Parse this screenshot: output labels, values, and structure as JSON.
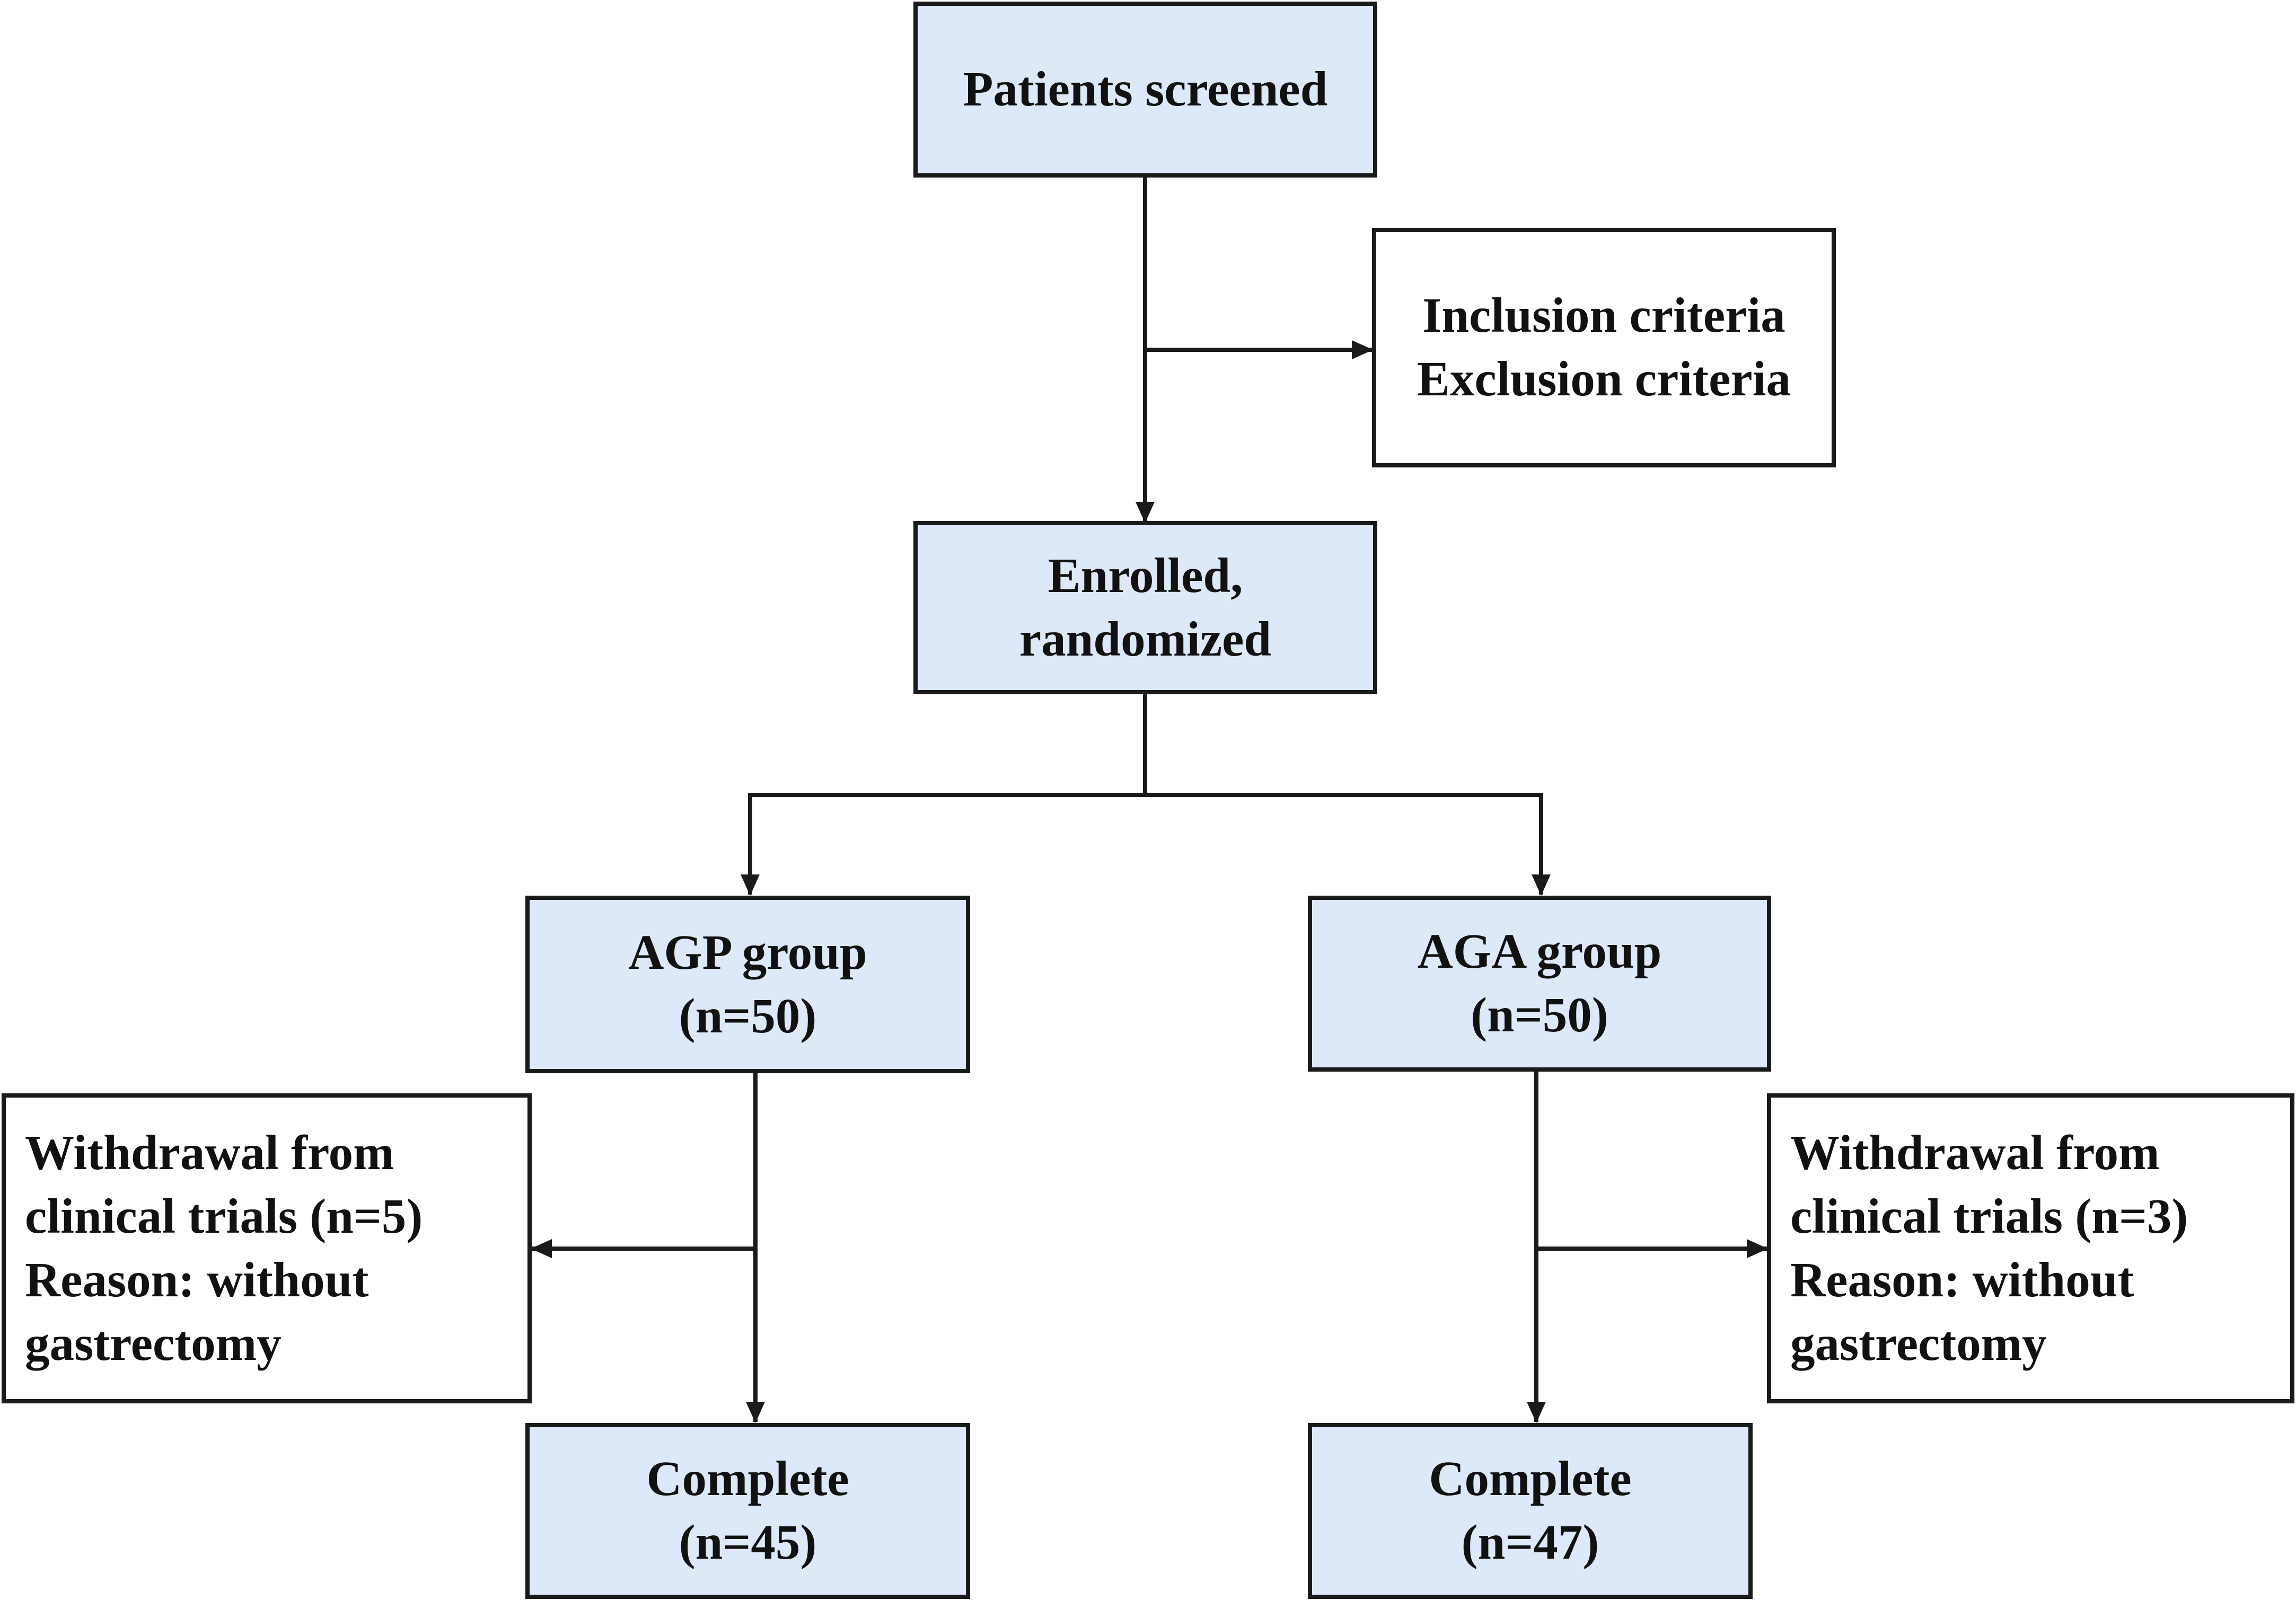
{
  "nodes": {
    "screened": {
      "lines": [
        "Patients screened"
      ]
    },
    "criteria": {
      "lines": [
        "Inclusion criteria",
        "Exclusion criteria"
      ]
    },
    "enrolled": {
      "lines": [
        "Enrolled,",
        "randomized"
      ]
    },
    "agp_group": {
      "lines": [
        "AGP group",
        "(n=50)"
      ]
    },
    "aga_group": {
      "lines": [
        "AGA group",
        "(n=50)"
      ]
    },
    "agp_withdrawal": {
      "lines": [
        "Withdrawal from",
        "clinical trials (n=5)",
        "Reason: without",
        "gastrectomy"
      ]
    },
    "aga_withdrawal": {
      "lines": [
        "Withdrawal from",
        "clinical trials (n=3)",
        "Reason: without",
        "gastrectomy"
      ]
    },
    "agp_complete": {
      "lines": [
        "Complete",
        "(n=45)"
      ]
    },
    "aga_complete": {
      "lines": [
        "Complete",
        "(n=47)"
      ]
    }
  },
  "colors": {
    "process_fill": "#dde8f9",
    "note_fill": "#ffffff",
    "line": "#1a1a1a"
  }
}
